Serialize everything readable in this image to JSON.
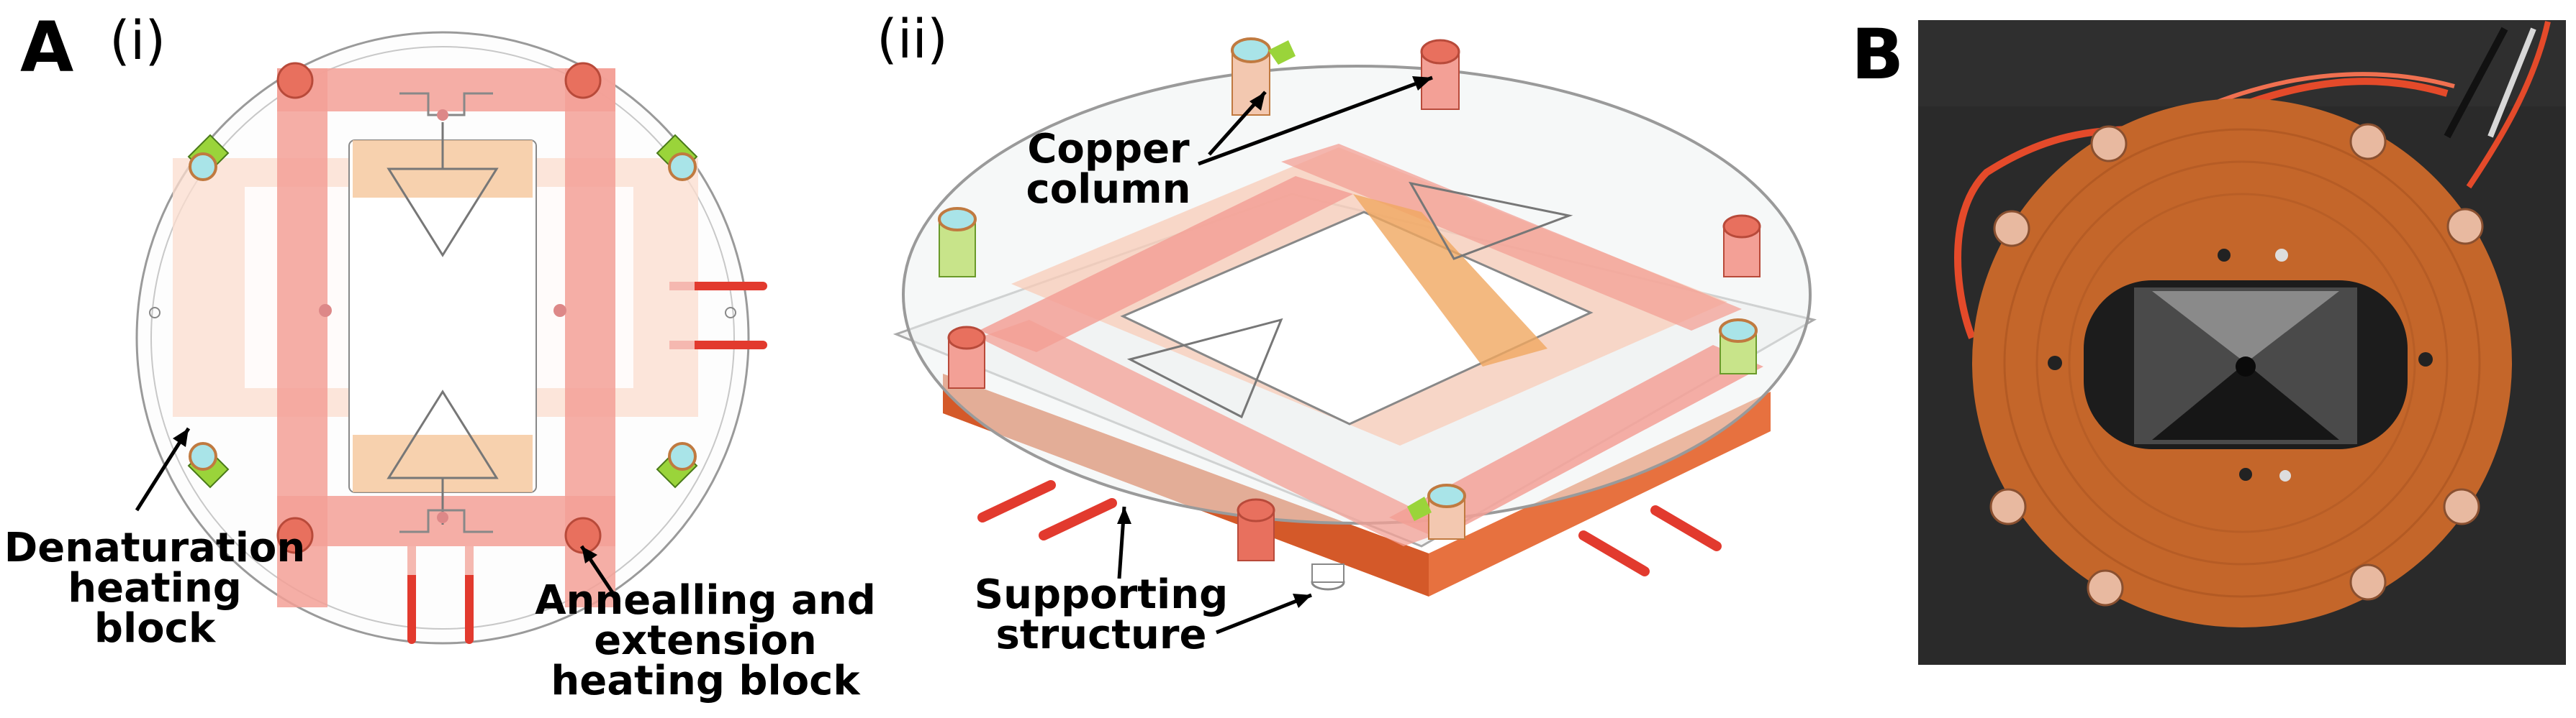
{
  "panels": {
    "a_letter": "A",
    "a_sub_i": "(i)",
    "a_sub_ii": "(ii)",
    "b_letter": "B"
  },
  "callouts": {
    "copper_column": [
      "Copper",
      "column"
    ],
    "denaturation": [
      "Denaturation",
      "heating block"
    ],
    "annealing": [
      "Annealling and",
      "extension",
      "heating block"
    ],
    "supporting": [
      "Supporting",
      "structure"
    ]
  },
  "colors": {
    "heating_block": "#f3a096",
    "heating_block_light": "#fbd9cf",
    "copper_cap": "#e8705e",
    "acrylic_outline": "#9a9a9a",
    "green_clip": "#9ad43a",
    "cyan_cap": "#a9e4e8",
    "orange_block": "#f0a860",
    "base_orange": "#e4622a",
    "red_pipe": "#e23a2e",
    "photo_background": "#2a2a2a",
    "photo_disk": "#c4662a",
    "wire_red": "#e44a2a"
  }
}
